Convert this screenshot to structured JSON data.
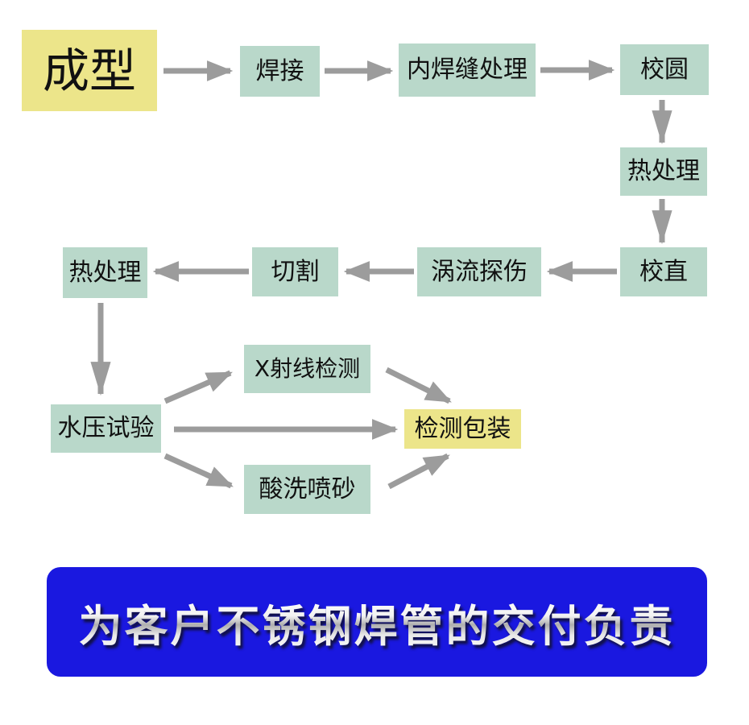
{
  "flowchart": {
    "title_implied": "",
    "nodes": [
      {
        "id": "forming",
        "label": "成型",
        "type": "highlight"
      },
      {
        "id": "welding",
        "label": "焊接",
        "type": "process"
      },
      {
        "id": "inner-weld-treatment",
        "label": "内焊缝处理",
        "type": "process"
      },
      {
        "id": "rounding",
        "label": "校圆",
        "type": "process"
      },
      {
        "id": "heat-treatment-1",
        "label": "热处理",
        "type": "process"
      },
      {
        "id": "straightening",
        "label": "校直",
        "type": "process"
      },
      {
        "id": "eddy-current-testing",
        "label": "涡流探伤",
        "type": "process"
      },
      {
        "id": "cutting",
        "label": "切割",
        "type": "process"
      },
      {
        "id": "heat-treatment-2",
        "label": "热处理",
        "type": "process"
      },
      {
        "id": "hydrostatic-test",
        "label": "水压试验",
        "type": "process"
      },
      {
        "id": "xray-inspection",
        "label": "X射线检测",
        "type": "process"
      },
      {
        "id": "inspection-packaging",
        "label": "检测包装",
        "type": "highlight"
      },
      {
        "id": "pickling-sandblasting",
        "label": "酸洗喷砂",
        "type": "process"
      }
    ],
    "edges": [
      {
        "from": "forming",
        "to": "welding"
      },
      {
        "from": "welding",
        "to": "inner-weld-treatment"
      },
      {
        "from": "inner-weld-treatment",
        "to": "rounding"
      },
      {
        "from": "rounding",
        "to": "heat-treatment-1"
      },
      {
        "from": "heat-treatment-1",
        "to": "straightening"
      },
      {
        "from": "straightening",
        "to": "eddy-current-testing"
      },
      {
        "from": "eddy-current-testing",
        "to": "cutting"
      },
      {
        "from": "cutting",
        "to": "heat-treatment-2"
      },
      {
        "from": "heat-treatment-2",
        "to": "hydrostatic-test"
      },
      {
        "from": "hydrostatic-test",
        "to": "xray-inspection"
      },
      {
        "from": "hydrostatic-test",
        "to": "inspection-packaging"
      },
      {
        "from": "hydrostatic-test",
        "to": "pickling-sandblasting"
      },
      {
        "from": "xray-inspection",
        "to": "inspection-packaging"
      },
      {
        "from": "pickling-sandblasting",
        "to": "inspection-packaging"
      }
    ]
  },
  "banner": {
    "text": "为客户不锈钢焊管的交付负责"
  },
  "colors": {
    "process_box": "#b9d8ca",
    "highlight_box": "#ece58a",
    "arrow": "#9c9c9c",
    "banner_bg": "#1a18e0",
    "banner_text": "#ffffff",
    "node_text": "#111111",
    "background": "#ffffff"
  }
}
